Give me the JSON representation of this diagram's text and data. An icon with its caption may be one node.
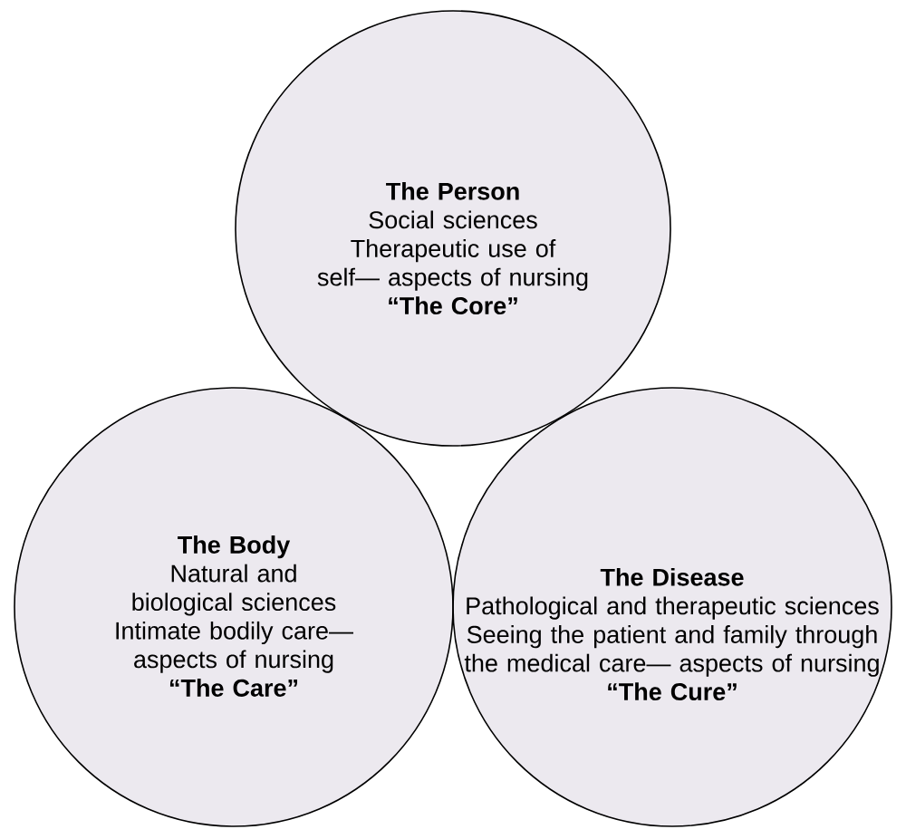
{
  "diagram": {
    "nodes": [
      {
        "text": [
          "The Person",
          "Social sciences",
          "Therapeutic use of self— aspects of nursing",
          "“The Core”"
        ]
      },
      {
        "text": [
          "The Body",
          "Natural and biological sciences",
          "Intimate bodily care— aspects of nursing",
          "“The Care”"
        ]
      },
      {
        "text": [
          "The Disease",
          "Pathological and therapeutic sciences",
          "Seeing the patient and family through the medical care— aspects of nursing",
          "“The Cure”"
        ]
      }
    ]
  }
}
